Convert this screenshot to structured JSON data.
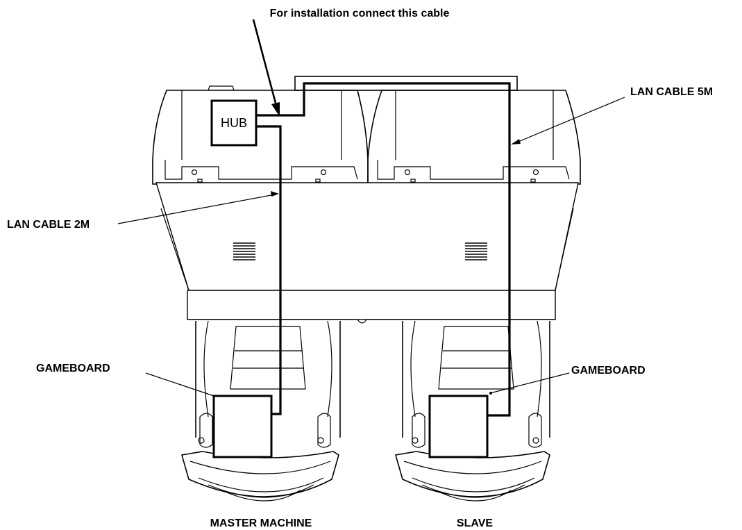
{
  "labels": {
    "install_note": "For installation connect this cable",
    "lan_cable_5m": "LAN CABLE 5M",
    "lan_cable_2m": "LAN CABLE 2M",
    "gameboard_left": "GAMEBOARD",
    "gameboard_right": "GAMEBOARD",
    "hub": "HUB",
    "master_machine": "MASTER MACHINE",
    "slave": "SLAVE"
  }
}
